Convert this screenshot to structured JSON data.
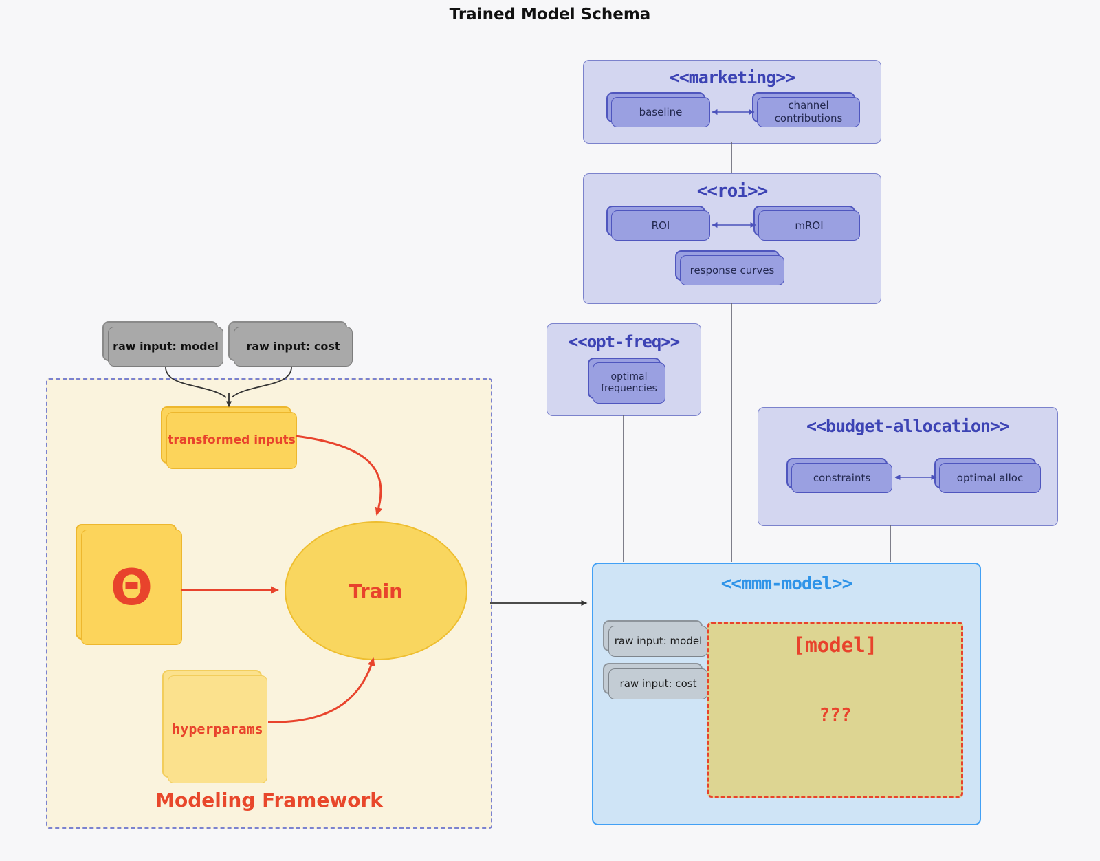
{
  "title": "Trained Model Schema",
  "clusters": {
    "marketing": {
      "title": "<<marketing>>",
      "baseline": "baseline",
      "channel_contributions": "channel contributions"
    },
    "roi": {
      "title": "<<roi>>",
      "roi": "ROI",
      "mroi": "mROI",
      "response_curves": "response curves"
    },
    "opt_freq": {
      "title": "<<opt-freq>>",
      "optimal_frequencies": "optimal frequencies"
    },
    "budget_allocation": {
      "title": "<<budget-allocation>>",
      "constraints": "constraints",
      "optimal_alloc": "optimal alloc"
    },
    "mmm_model": {
      "title": "<<mmm-model>>",
      "raw_input_model": "raw input: model",
      "raw_input_cost": "raw input: cost",
      "model_placeholder_title": "[model]",
      "model_placeholder_body": "???"
    },
    "modeling_framework": {
      "title": "Modeling Framework",
      "transformed_inputs": "transformed inputs",
      "theta": "Θ",
      "train": "Train",
      "hyperparams": "hyperparams"
    }
  },
  "external_inputs": {
    "raw_input_model": "raw input: model",
    "raw_input_cost": "raw input: cost"
  },
  "colors": {
    "page_background": "#f7f7f9",
    "purple_container": "#d3d6f0",
    "purple_node": "#9aa0e1",
    "indigo_title": "#3c43b4",
    "blue_container": "#cfe4f6",
    "blue_border": "#42a0f5",
    "blue_title": "#2e93e8",
    "cream_container": "#faf3dd",
    "yellow_node": "#fcd45b",
    "pale_yellow_node": "#fbe18d",
    "khaki_placeholder": "#ddd592",
    "gray_node": "#a9a9a9",
    "steel_node": "#c3ccd4",
    "red_accent": "#e8432c",
    "connector_gray": "#5f5f6e"
  }
}
